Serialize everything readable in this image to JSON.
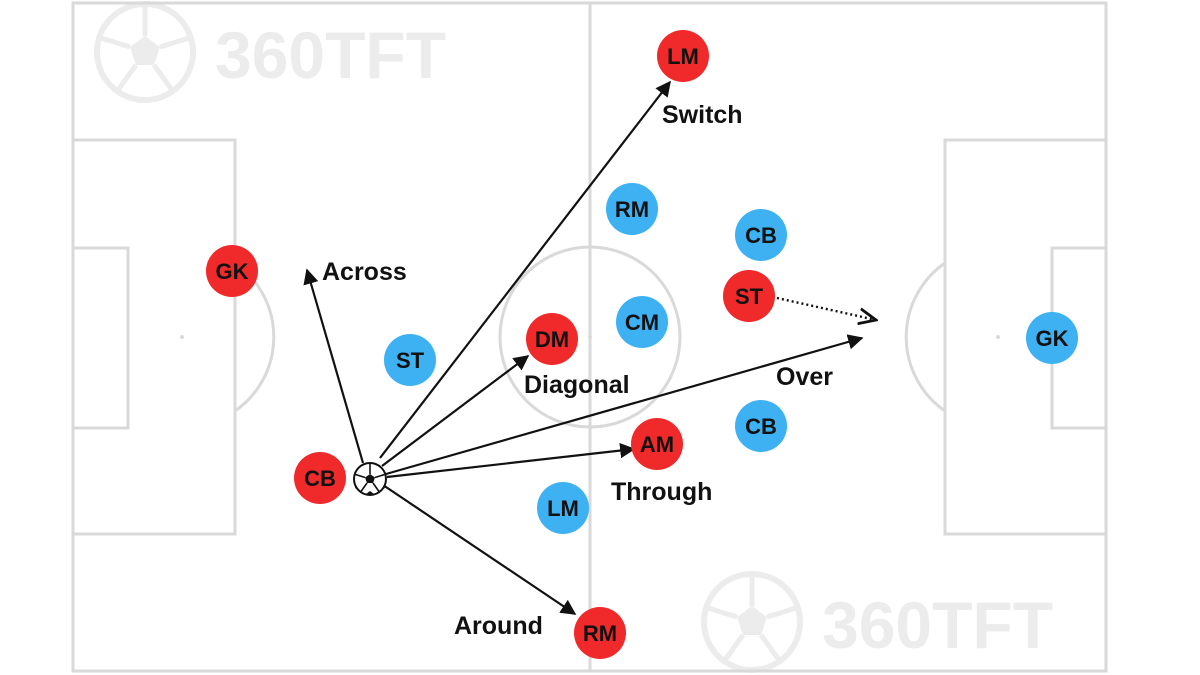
{
  "colors": {
    "attacking_team": "#f0292b",
    "defending_team": "#3db1f2",
    "pitch_lines": "#d9d9d9",
    "label_text": "#111111",
    "watermark": "#ececec"
  },
  "watermark": {
    "text": "360TFT",
    "icon": "soccer-ball-icon"
  },
  "ball": {
    "icon": "soccer-ball-icon"
  },
  "attacking_players": [
    {
      "id": "gk",
      "label": "GK"
    },
    {
      "id": "cb",
      "label": "CB"
    },
    {
      "id": "dm",
      "label": "DM"
    },
    {
      "id": "lm",
      "label": "LM"
    },
    {
      "id": "am",
      "label": "AM"
    },
    {
      "id": "rm",
      "label": "RM"
    },
    {
      "id": "st",
      "label": "ST"
    }
  ],
  "defending_players": [
    {
      "id": "st",
      "label": "ST"
    },
    {
      "id": "rm",
      "label": "RM"
    },
    {
      "id": "cm",
      "label": "CM"
    },
    {
      "id": "cb-top",
      "label": "CB"
    },
    {
      "id": "cb-bottom",
      "label": "CB"
    },
    {
      "id": "lm",
      "label": "LM"
    },
    {
      "id": "gk",
      "label": "GK"
    }
  ],
  "passes": [
    {
      "id": "across",
      "label": "Across",
      "style": "solid"
    },
    {
      "id": "switch",
      "label": "Switch",
      "style": "solid"
    },
    {
      "id": "diagonal",
      "label": "Diagonal",
      "style": "solid"
    },
    {
      "id": "over",
      "label": "Over",
      "style": "solid"
    },
    {
      "id": "through",
      "label": "Through",
      "style": "solid"
    },
    {
      "id": "around",
      "label": "Around",
      "style": "solid"
    }
  ],
  "runs": [
    {
      "id": "st-run",
      "style": "dotted"
    }
  ]
}
